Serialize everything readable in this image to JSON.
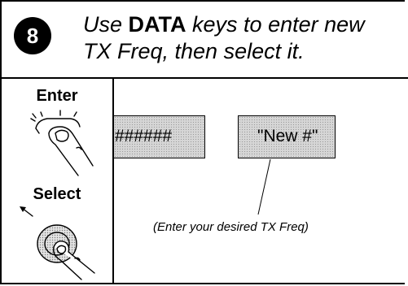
{
  "step": {
    "number": "8",
    "instruction_pre": "Use",
    "instruction_key": "DATA",
    "instruction_line1_post": "keys to enter new",
    "instruction_line2": "TX Freq, then select it."
  },
  "keys": {
    "enter_label": "Enter",
    "select_label": "Select"
  },
  "display": {
    "left_value": "######",
    "right_value": "\"New #\"",
    "caption": "(Enter your desired TX Freq)"
  }
}
